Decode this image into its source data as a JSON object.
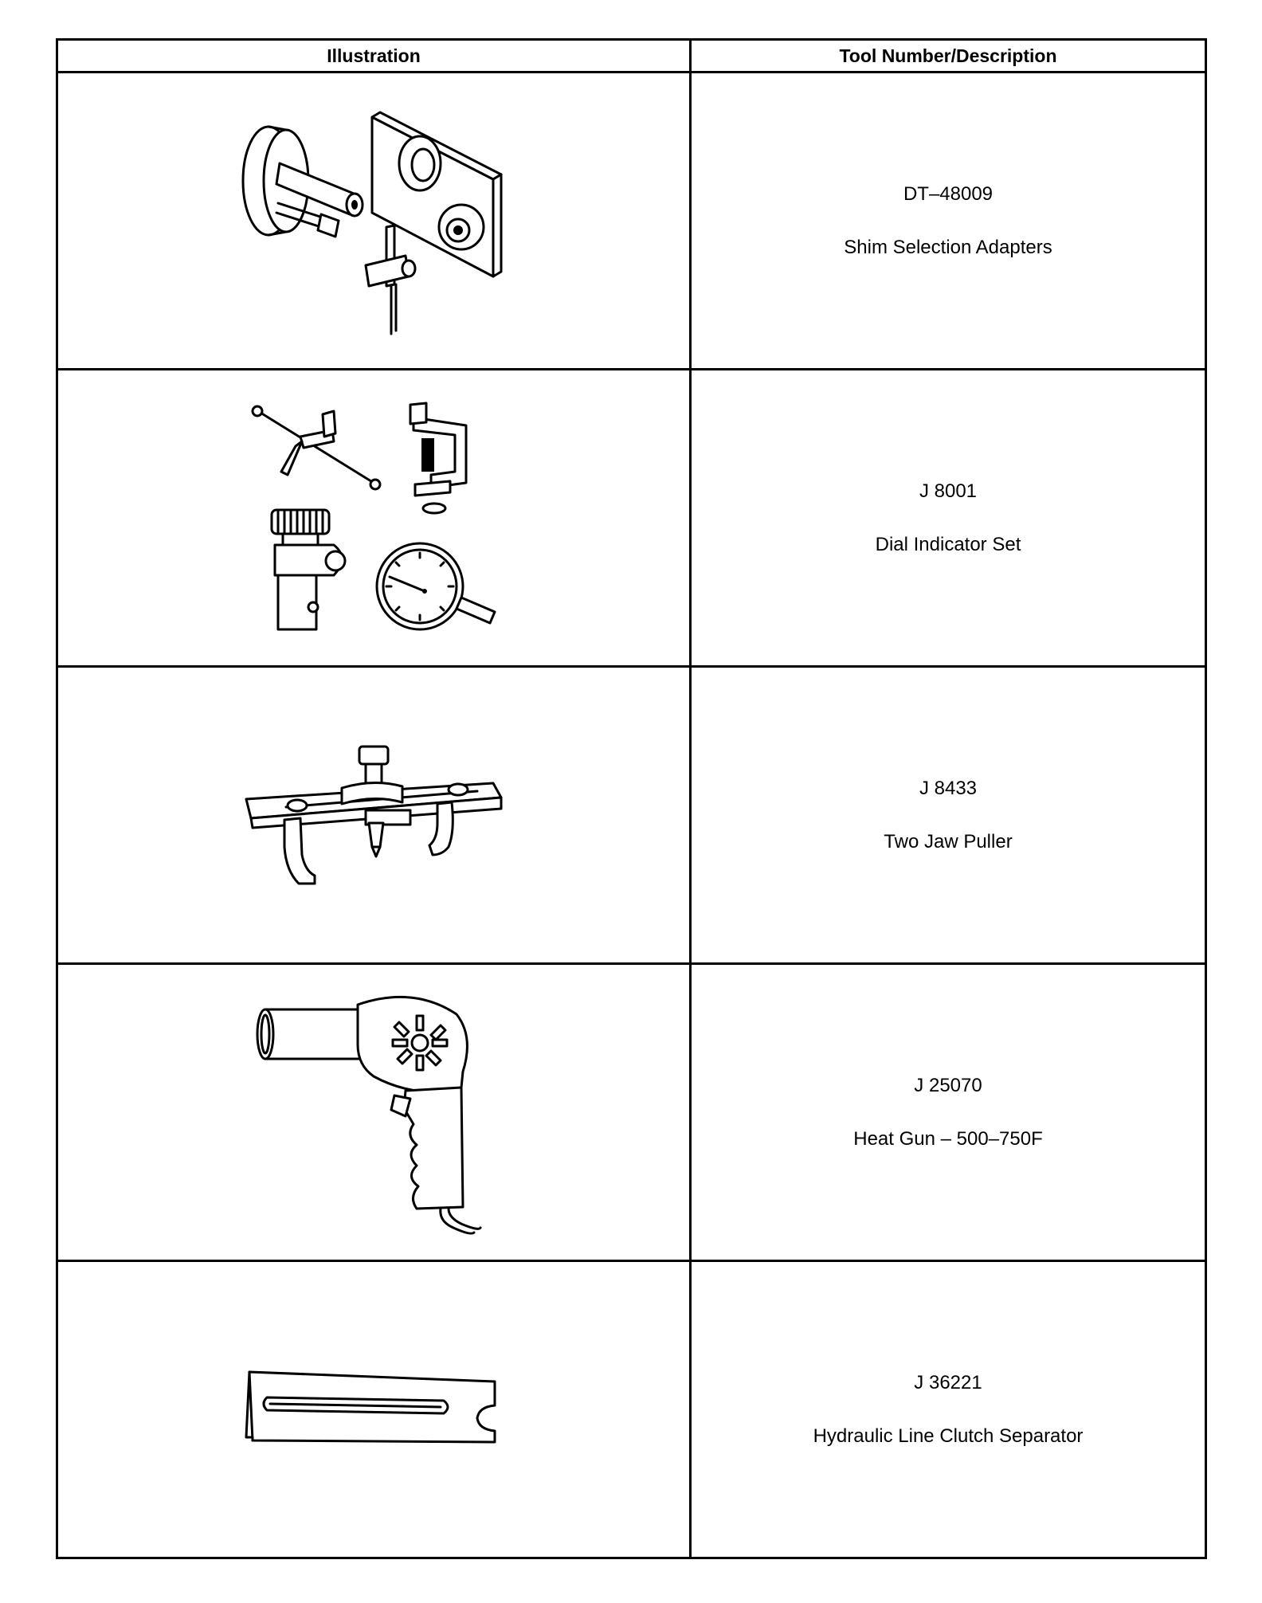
{
  "headers": {
    "illustration": "Illustration",
    "tool": "Tool Number/Description"
  },
  "rows": [
    {
      "number": "DT–48009",
      "description": "Shim Selection Adapters",
      "icon": "shim-selection-adapters-icon"
    },
    {
      "number": "J 8001",
      "description": "Dial Indicator Set",
      "icon": "dial-indicator-set-icon"
    },
    {
      "number": "J 8433",
      "description": "Two Jaw Puller",
      "icon": "two-jaw-puller-icon"
    },
    {
      "number": "J 25070",
      "description": "Heat Gun – 500–750F",
      "icon": "heat-gun-icon"
    },
    {
      "number": "J 36221",
      "description": "Hydraulic Line Clutch Separator",
      "icon": "clutch-separator-icon"
    }
  ]
}
